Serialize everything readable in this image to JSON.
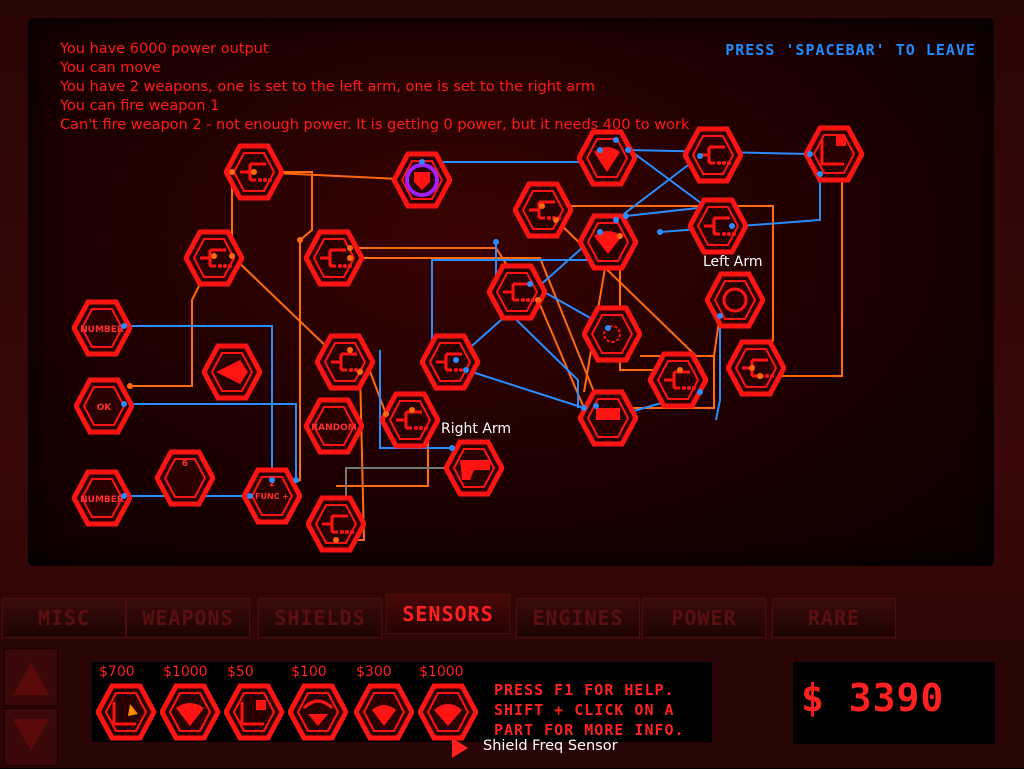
{
  "status": {
    "lines": [
      "You have 6000 power output",
      "You can move",
      "You have 2 weapons, one is set to the left arm, one is set to the right arm",
      "You can fire weapon 1",
      "Can't fire weapon 2 - not enough power. It is getting 0 power, but it needs 400 to work"
    ],
    "leave_hint": "PRESS 'SPACEBAR' TO LEAVE"
  },
  "board": {
    "labels": {
      "left_arm": "Left Arm",
      "right_arm": "Right Arm"
    },
    "node_texts": {
      "number_a": "NUMBER",
      "number_b": "NUMBER",
      "random": "RANDOM",
      "func": "FUNC +",
      "ok": "OK",
      "six": "6",
      "two": "2"
    },
    "colors": {
      "hex_outline": "#ff1010",
      "hex_fill": "#330000",
      "wire_orange": "#ff6a10",
      "wire_blue": "#2a8cff",
      "wire_gray": "#777777"
    }
  },
  "tabs": [
    "MISC",
    "WEAPONS",
    "SHIELDS",
    "SENSORS",
    "ENGINES",
    "POWER",
    "RARE"
  ],
  "active_tab": "SENSORS",
  "shop": {
    "items": [
      {
        "price": "$700",
        "icon": "l-sensor-icon"
      },
      {
        "price": "$1000",
        "icon": "wide-sensor-icon"
      },
      {
        "price": "$50",
        "icon": "l-mech-sensor-icon"
      },
      {
        "price": "$100",
        "icon": "fan-sensor-icon"
      },
      {
        "price": "$300",
        "icon": "heart-sensor-icon"
      },
      {
        "price": "$1000",
        "icon": "shield-freq-sensor-icon"
      }
    ],
    "help_lines": [
      "PRESS F1 FOR HELP.",
      "SHIFT + CLICK ON A",
      "PART FOR MORE INFO."
    ],
    "hover_part": "Shield Freq Sensor"
  },
  "money": "$ 3390"
}
